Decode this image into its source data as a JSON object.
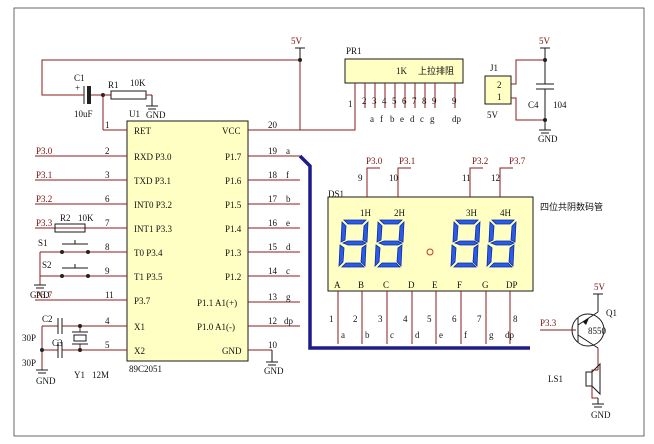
{
  "mcu": {
    "ref": "U1",
    "part": "89C2051",
    "left_pins": [
      {
        "num": "1",
        "name": "RET",
        "net": ""
      },
      {
        "num": "2",
        "name": "RXD P3.0",
        "net": "P3.0"
      },
      {
        "num": "3",
        "name": "TXD P3.1",
        "net": "P3.1"
      },
      {
        "num": "6",
        "name": "INT0 P3.2",
        "net": "P3.2"
      },
      {
        "num": "7",
        "name": "INT1 P3.3",
        "net": "P3.3"
      },
      {
        "num": "8",
        "name": "T0 P3.4",
        "net": ""
      },
      {
        "num": "9",
        "name": "T1 P3.5",
        "net": ""
      },
      {
        "num": "11",
        "name": "P3.7",
        "net": "P3.7"
      },
      {
        "num": "4",
        "name": "X1",
        "net": ""
      },
      {
        "num": "5",
        "name": "X2",
        "net": ""
      }
    ],
    "right_pins": [
      {
        "num": "20",
        "name": "VCC",
        "net": ""
      },
      {
        "num": "19",
        "name": "P1.7",
        "net": "a"
      },
      {
        "num": "18",
        "name": "P1.6",
        "net": "f"
      },
      {
        "num": "17",
        "name": "P1.5",
        "net": "b"
      },
      {
        "num": "16",
        "name": "P1.4",
        "net": "e"
      },
      {
        "num": "15",
        "name": "P1.3",
        "net": "d"
      },
      {
        "num": "14",
        "name": "P1.2",
        "net": "c"
      },
      {
        "num": "13",
        "name": "P1.1 A1(+)",
        "net": "g"
      },
      {
        "num": "12",
        "name": "P1.0 A1(-)",
        "net": "dp"
      },
      {
        "num": "10",
        "name": "GND",
        "net": ""
      }
    ]
  },
  "power": {
    "vcc": "5V",
    "gnd": "GND"
  },
  "reset": {
    "cap_ref": "C1",
    "cap_value": "10uF",
    "res_ref": "R1",
    "res_value": "10K"
  },
  "r2": {
    "ref": "R2",
    "value": "10K"
  },
  "switches": [
    "S1",
    "S2"
  ],
  "crystal": {
    "c2": "C2",
    "c3": "C3",
    "c2_value": "30P",
    "c3_value": "30P",
    "xtal_ref": "Y1",
    "xtal_value": "12M"
  },
  "pullup": {
    "ref": "PR1",
    "value": "1K",
    "desc": "上拉排阻",
    "pins": [
      "1",
      "2",
      "3",
      "4",
      "5",
      "6",
      "7",
      "8",
      "9"
    ],
    "nets": [
      "a",
      "f",
      "b",
      "e",
      "d",
      "c",
      "g",
      "dp"
    ]
  },
  "j1": {
    "ref": "J1",
    "pins": [
      "2",
      "1"
    ],
    "voltage": "5V"
  },
  "c4": {
    "ref": "C4",
    "value": "104"
  },
  "display": {
    "ref": "DS1",
    "desc": "四位共阴数码管",
    "digit_labels": [
      "1H",
      "2H",
      "3H",
      "4H"
    ],
    "digit_pins": [
      {
        "pin": "9",
        "net": "P3.0"
      },
      {
        "pin": "10",
        "net": "P3.1"
      },
      {
        "pin": "11",
        "net": "P3.2"
      },
      {
        "pin": "12",
        "net": "P3.7"
      }
    ],
    "seg_names": [
      "A",
      "B",
      "C",
      "D",
      "E",
      "F",
      "G",
      "DP"
    ],
    "seg_pins": [
      "1",
      "2",
      "3",
      "4",
      "5",
      "6",
      "7",
      "8"
    ],
    "seg_nets": [
      "a",
      "b",
      "c",
      "d",
      "e",
      "f",
      "g",
      "dp"
    ]
  },
  "buzzer": {
    "q_ref": "Q1",
    "q_part": "8550",
    "ls_ref": "LS1",
    "net": "P3.3"
  }
}
